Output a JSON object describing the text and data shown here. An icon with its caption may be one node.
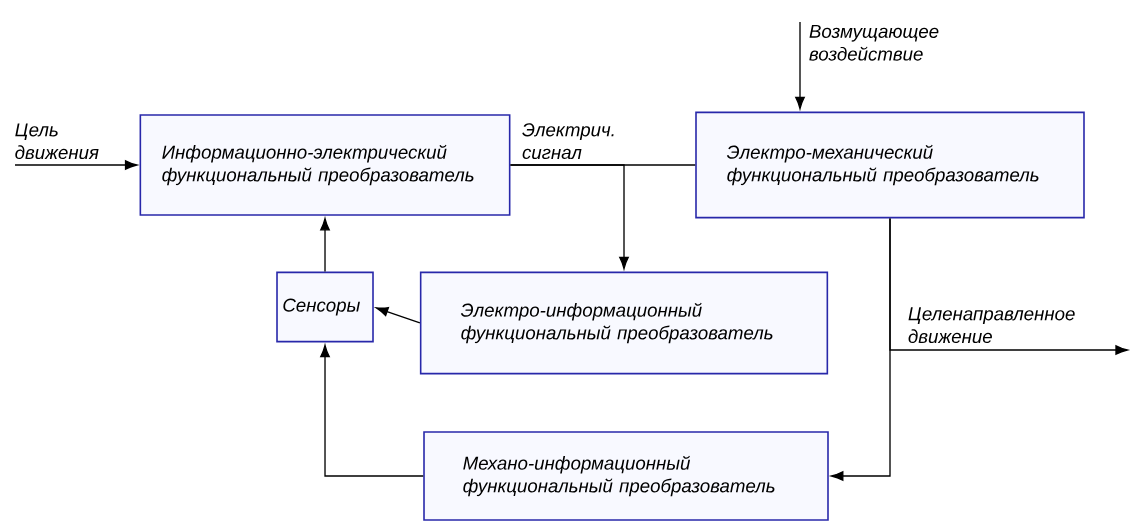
{
  "diagram": {
    "nodes": [
      {
        "text": [
          "Информационно-электрический функциональный преобразователь"
        ]
      },
      {
        "text": [
          "Электро-механический функциональный преобразователь"
        ]
      },
      {
        "text": [
          "Сенсоры"
        ]
      },
      {
        "text": [
          "Электро-информационный функциональный преобразователь"
        ]
      },
      {
        "text": [
          "Механо-информационный функциональный преобразователь"
        ]
      }
    ],
    "edges": [
      {
        "from": null,
        "to": 0,
        "arrow": "to",
        "label": "Цель движения"
      },
      {
        "from": 0,
        "to": 1,
        "arrow": "none",
        "label": "Электрич. сигнал"
      },
      {
        "from": 0,
        "to": 3,
        "arrow": "to"
      },
      {
        "from": null,
        "to": 1,
        "arrow": "to",
        "label": "Возмущающее воздействие"
      },
      {
        "from": 1,
        "to": null,
        "arrow": "to",
        "label": "Целенаправленное движение"
      },
      {
        "from": 1,
        "to": 4,
        "arrow": "to"
      },
      {
        "from": 3,
        "to": 2,
        "arrow": "to"
      },
      {
        "from": 4,
        "to": 2,
        "arrow": "to"
      },
      {
        "from": 2,
        "to": 0,
        "arrow": "to"
      }
    ]
  }
}
